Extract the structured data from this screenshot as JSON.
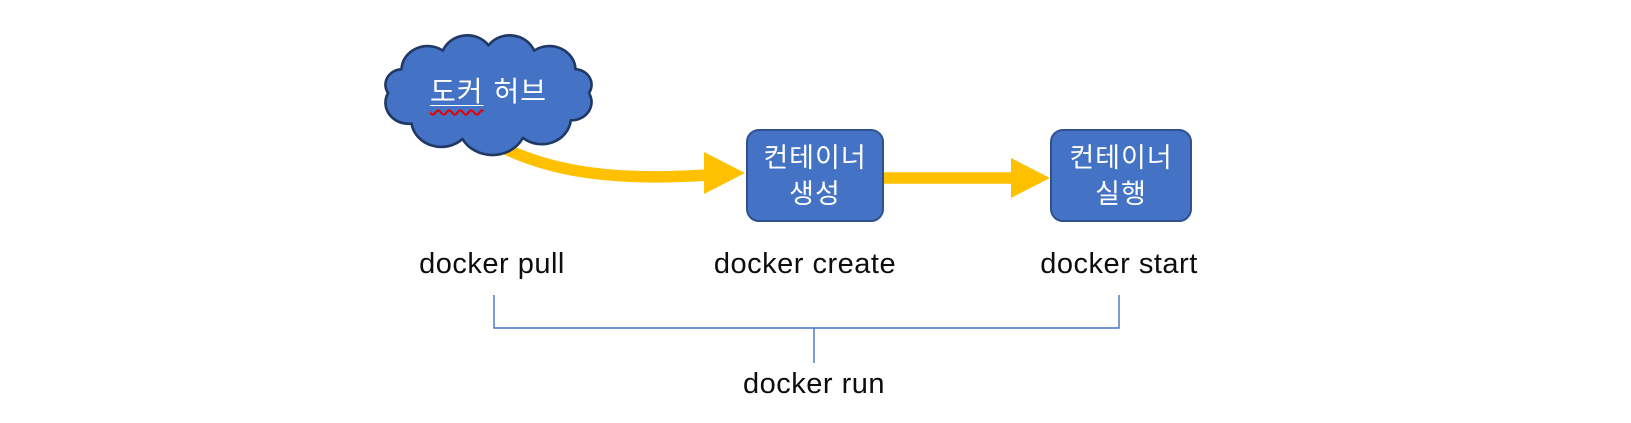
{
  "cloud": {
    "label_underlined": "도커",
    "label_rest": "허브"
  },
  "boxes": [
    {
      "label": "컨테이너 생성"
    },
    {
      "label": "컨테이너 실행"
    }
  ],
  "commands": {
    "pull": "docker pull",
    "create": "docker create",
    "start": "docker start",
    "run": "docker run"
  },
  "colors": {
    "canvas_bg": "#ffffff",
    "shape_fill": "#4472c4",
    "cloud_border": "#1f3864",
    "box_border": "#2f528f",
    "shape_text": "#ffffff",
    "arrow": "#ffc000",
    "bracket": "#4472c4",
    "label_text": "#0d0d0d",
    "spellcheck": "#e60000"
  }
}
